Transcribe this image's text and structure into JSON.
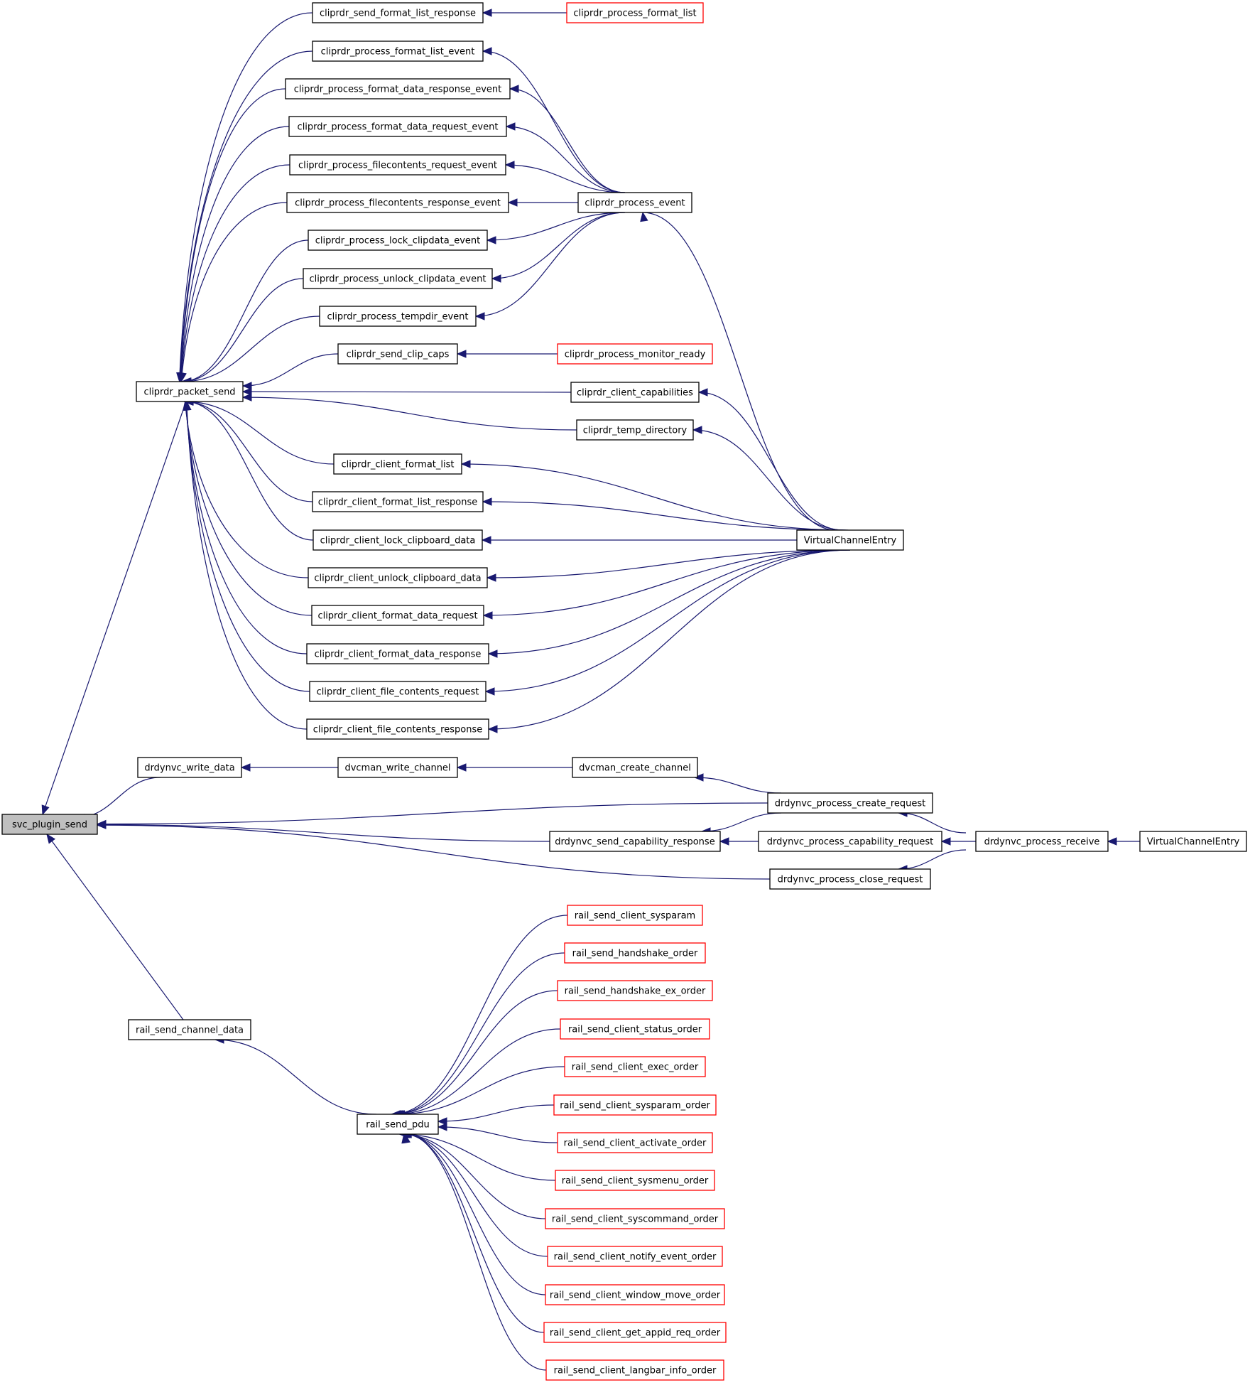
{
  "colors": {
    "edge": "#191970",
    "truncated_border": "#ff0000",
    "focus_fill": "#bfbfbf"
  },
  "nodes": [
    {
      "id": "svc_plugin_send",
      "label": "svc_plugin_send",
      "highlight": true
    },
    {
      "id": "cliprdr_packet_send",
      "label": "cliprdr_packet_send"
    },
    {
      "id": "drdynvc_write_data",
      "label": "drdynvc_write_data"
    },
    {
      "id": "rail_send_channel_data",
      "label": "rail_send_channel_data"
    },
    {
      "id": "cliprdr_send_format_list_response",
      "label": "cliprdr_send_format_list_response"
    },
    {
      "id": "cliprdr_process_format_list_event",
      "label": "cliprdr_process_format_list_event"
    },
    {
      "id": "cliprdr_process_format_data_response_event",
      "label": "cliprdr_process_format_data_response_event"
    },
    {
      "id": "cliprdr_process_format_data_request_event",
      "label": "cliprdr_process_format_data_request_event"
    },
    {
      "id": "cliprdr_process_filecontents_request_event",
      "label": "cliprdr_process_filecontents_request_event"
    },
    {
      "id": "cliprdr_process_filecontents_response_event",
      "label": "cliprdr_process_filecontents_response_event"
    },
    {
      "id": "cliprdr_process_lock_clipdata_event",
      "label": "cliprdr_process_lock_clipdata_event"
    },
    {
      "id": "cliprdr_process_unlock_clipdata_event",
      "label": "cliprdr_process_unlock_clipdata_event"
    },
    {
      "id": "cliprdr_process_tempdir_event",
      "label": "cliprdr_process_tempdir_event"
    },
    {
      "id": "cliprdr_send_clip_caps",
      "label": "cliprdr_send_clip_caps"
    },
    {
      "id": "cliprdr_client_format_list",
      "label": "cliprdr_client_format_list"
    },
    {
      "id": "cliprdr_client_format_list_response",
      "label": "cliprdr_client_format_list_response"
    },
    {
      "id": "cliprdr_client_lock_clipboard_data",
      "label": "cliprdr_client_lock_clipboard_data"
    },
    {
      "id": "cliprdr_client_unlock_clipboard_data",
      "label": "cliprdr_client_unlock_clipboard_data"
    },
    {
      "id": "cliprdr_client_format_data_request",
      "label": "cliprdr_client_format_data_request"
    },
    {
      "id": "cliprdr_client_format_data_response",
      "label": "cliprdr_client_format_data_response"
    },
    {
      "id": "cliprdr_client_file_contents_request",
      "label": "cliprdr_client_file_contents_request"
    },
    {
      "id": "cliprdr_client_file_contents_response",
      "label": "cliprdr_client_file_contents_response"
    },
    {
      "id": "dvcman_write_channel",
      "label": "dvcman_write_channel"
    },
    {
      "id": "rail_send_pdu",
      "label": "rail_send_pdu"
    },
    {
      "id": "cliprdr_process_format_list",
      "label": "cliprdr_process_format_list",
      "truncated": true
    },
    {
      "id": "cliprdr_process_event",
      "label": "cliprdr_process_event"
    },
    {
      "id": "cliprdr_process_monitor_ready",
      "label": "cliprdr_process_monitor_ready",
      "truncated": true
    },
    {
      "id": "cliprdr_client_capabilities",
      "label": "cliprdr_client_capabilities"
    },
    {
      "id": "cliprdr_temp_directory",
      "label": "cliprdr_temp_directory"
    },
    {
      "id": "dvcman_create_channel",
      "label": "dvcman_create_channel"
    },
    {
      "id": "drdynvc_send_capability_response",
      "label": "drdynvc_send_capability_response"
    },
    {
      "id": "rail_send_client_sysparam",
      "label": "rail_send_client_sysparam",
      "truncated": true
    },
    {
      "id": "rail_send_handshake_order",
      "label": "rail_send_handshake_order",
      "truncated": true
    },
    {
      "id": "rail_send_handshake_ex_order",
      "label": "rail_send_handshake_ex_order",
      "truncated": true
    },
    {
      "id": "rail_send_client_status_order",
      "label": "rail_send_client_status_order",
      "truncated": true
    },
    {
      "id": "rail_send_client_exec_order",
      "label": "rail_send_client_exec_order",
      "truncated": true
    },
    {
      "id": "rail_send_client_sysparam_order",
      "label": "rail_send_client_sysparam_order",
      "truncated": true
    },
    {
      "id": "rail_send_client_activate_order",
      "label": "rail_send_client_activate_order",
      "truncated": true
    },
    {
      "id": "rail_send_client_sysmenu_order",
      "label": "rail_send_client_sysmenu_order",
      "truncated": true
    },
    {
      "id": "rail_send_client_syscommand_order",
      "label": "rail_send_client_syscommand_order",
      "truncated": true
    },
    {
      "id": "rail_send_client_notify_event_order",
      "label": "rail_send_client_notify_event_order",
      "truncated": true
    },
    {
      "id": "rail_send_client_window_move_order",
      "label": "rail_send_client_window_move_order",
      "truncated": true
    },
    {
      "id": "rail_send_client_get_appid_req_order",
      "label": "rail_send_client_get_appid_req_order",
      "truncated": true
    },
    {
      "id": "rail_send_client_langbar_info_order",
      "label": "rail_send_client_langbar_info_order",
      "truncated": true
    },
    {
      "id": "VirtualChannelEntry_cliprdr",
      "label": "VirtualChannelEntry"
    },
    {
      "id": "drdynvc_process_create_request",
      "label": "drdynvc_process_create_request"
    },
    {
      "id": "drdynvc_process_capability_request",
      "label": "drdynvc_process_capability_request"
    },
    {
      "id": "drdynvc_process_close_request",
      "label": "drdynvc_process_close_request"
    },
    {
      "id": "drdynvc_process_receive",
      "label": "drdynvc_process_receive"
    },
    {
      "id": "VirtualChannelEntry_drdynvc",
      "label": "VirtualChannelEntry"
    }
  ],
  "edges": [
    {
      "from": "cliprdr_packet_send",
      "to": "svc_plugin_send"
    },
    {
      "from": "drdynvc_write_data",
      "to": "svc_plugin_send"
    },
    {
      "from": "drdynvc_process_create_request",
      "to": "svc_plugin_send"
    },
    {
      "from": "drdynvc_send_capability_response",
      "to": "svc_plugin_send"
    },
    {
      "from": "drdynvc_process_close_request",
      "to": "svc_plugin_send"
    },
    {
      "from": "rail_send_channel_data",
      "to": "svc_plugin_send"
    },
    {
      "from": "cliprdr_send_format_list_response",
      "to": "cliprdr_packet_send"
    },
    {
      "from": "cliprdr_process_format_list_event",
      "to": "cliprdr_packet_send"
    },
    {
      "from": "cliprdr_process_format_data_response_event",
      "to": "cliprdr_packet_send"
    },
    {
      "from": "cliprdr_process_format_data_request_event",
      "to": "cliprdr_packet_send"
    },
    {
      "from": "cliprdr_process_filecontents_request_event",
      "to": "cliprdr_packet_send"
    },
    {
      "from": "cliprdr_process_filecontents_response_event",
      "to": "cliprdr_packet_send"
    },
    {
      "from": "cliprdr_process_lock_clipdata_event",
      "to": "cliprdr_packet_send"
    },
    {
      "from": "cliprdr_process_unlock_clipdata_event",
      "to": "cliprdr_packet_send"
    },
    {
      "from": "cliprdr_process_tempdir_event",
      "to": "cliprdr_packet_send"
    },
    {
      "from": "cliprdr_send_clip_caps",
      "to": "cliprdr_packet_send"
    },
    {
      "from": "cliprdr_client_capabilities",
      "to": "cliprdr_packet_send"
    },
    {
      "from": "cliprdr_temp_directory",
      "to": "cliprdr_packet_send"
    },
    {
      "from": "cliprdr_client_format_list",
      "to": "cliprdr_packet_send"
    },
    {
      "from": "cliprdr_client_format_list_response",
      "to": "cliprdr_packet_send"
    },
    {
      "from": "cliprdr_client_lock_clipboard_data",
      "to": "cliprdr_packet_send"
    },
    {
      "from": "cliprdr_client_unlock_clipboard_data",
      "to": "cliprdr_packet_send"
    },
    {
      "from": "cliprdr_client_format_data_request",
      "to": "cliprdr_packet_send"
    },
    {
      "from": "cliprdr_client_format_data_response",
      "to": "cliprdr_packet_send"
    },
    {
      "from": "cliprdr_client_file_contents_request",
      "to": "cliprdr_packet_send"
    },
    {
      "from": "cliprdr_client_file_contents_response",
      "to": "cliprdr_packet_send"
    },
    {
      "from": "cliprdr_process_format_list",
      "to": "cliprdr_send_format_list_response"
    },
    {
      "from": "cliprdr_process_event",
      "to": "cliprdr_process_format_list_event"
    },
    {
      "from": "cliprdr_process_event",
      "to": "cliprdr_process_format_data_response_event"
    },
    {
      "from": "cliprdr_process_event",
      "to": "cliprdr_process_format_data_request_event"
    },
    {
      "from": "cliprdr_process_event",
      "to": "cliprdr_process_filecontents_request_event"
    },
    {
      "from": "cliprdr_process_event",
      "to": "cliprdr_process_filecontents_response_event"
    },
    {
      "from": "cliprdr_process_event",
      "to": "cliprdr_process_lock_clipdata_event"
    },
    {
      "from": "cliprdr_process_event",
      "to": "cliprdr_process_unlock_clipdata_event"
    },
    {
      "from": "cliprdr_process_event",
      "to": "cliprdr_process_tempdir_event"
    },
    {
      "from": "VirtualChannelEntry_cliprdr",
      "to": "cliprdr_process_event"
    },
    {
      "from": "cliprdr_process_monitor_ready",
      "to": "cliprdr_send_clip_caps"
    },
    {
      "from": "VirtualChannelEntry_cliprdr",
      "to": "cliprdr_client_capabilities"
    },
    {
      "from": "VirtualChannelEntry_cliprdr",
      "to": "cliprdr_temp_directory"
    },
    {
      "from": "VirtualChannelEntry_cliprdr",
      "to": "cliprdr_client_format_list"
    },
    {
      "from": "VirtualChannelEntry_cliprdr",
      "to": "cliprdr_client_format_list_response"
    },
    {
      "from": "VirtualChannelEntry_cliprdr",
      "to": "cliprdr_client_lock_clipboard_data"
    },
    {
      "from": "VirtualChannelEntry_cliprdr",
      "to": "cliprdr_client_unlock_clipboard_data"
    },
    {
      "from": "VirtualChannelEntry_cliprdr",
      "to": "cliprdr_client_format_data_request"
    },
    {
      "from": "VirtualChannelEntry_cliprdr",
      "to": "cliprdr_client_format_data_response"
    },
    {
      "from": "VirtualChannelEntry_cliprdr",
      "to": "cliprdr_client_file_contents_request"
    },
    {
      "from": "VirtualChannelEntry_cliprdr",
      "to": "cliprdr_client_file_contents_response"
    },
    {
      "from": "dvcman_write_channel",
      "to": "drdynvc_write_data"
    },
    {
      "from": "dvcman_create_channel",
      "to": "dvcman_write_channel"
    },
    {
      "from": "drdynvc_process_create_request",
      "to": "dvcman_create_channel"
    },
    {
      "from": "drdynvc_process_receive",
      "to": "drdynvc_process_create_request"
    },
    {
      "from": "drdynvc_process_create_request",
      "to": "drdynvc_send_capability_response"
    },
    {
      "from": "drdynvc_process_capability_request",
      "to": "drdynvc_send_capability_response"
    },
    {
      "from": "drdynvc_process_receive",
      "to": "drdynvc_process_capability_request"
    },
    {
      "from": "drdynvc_process_receive",
      "to": "drdynvc_process_close_request"
    },
    {
      "from": "VirtualChannelEntry_drdynvc",
      "to": "drdynvc_process_receive"
    },
    {
      "from": "rail_send_pdu",
      "to": "rail_send_channel_data"
    },
    {
      "from": "rail_send_client_sysparam",
      "to": "rail_send_pdu"
    },
    {
      "from": "rail_send_handshake_order",
      "to": "rail_send_pdu"
    },
    {
      "from": "rail_send_handshake_ex_order",
      "to": "rail_send_pdu"
    },
    {
      "from": "rail_send_client_status_order",
      "to": "rail_send_pdu"
    },
    {
      "from": "rail_send_client_exec_order",
      "to": "rail_send_pdu"
    },
    {
      "from": "rail_send_client_sysparam_order",
      "to": "rail_send_pdu"
    },
    {
      "from": "rail_send_client_activate_order",
      "to": "rail_send_pdu"
    },
    {
      "from": "rail_send_client_sysmenu_order",
      "to": "rail_send_pdu"
    },
    {
      "from": "rail_send_client_syscommand_order",
      "to": "rail_send_pdu"
    },
    {
      "from": "rail_send_client_notify_event_order",
      "to": "rail_send_pdu"
    },
    {
      "from": "rail_send_client_window_move_order",
      "to": "rail_send_pdu"
    },
    {
      "from": "rail_send_client_get_appid_req_order",
      "to": "rail_send_pdu"
    },
    {
      "from": "rail_send_client_langbar_info_order",
      "to": "rail_send_pdu"
    }
  ]
}
